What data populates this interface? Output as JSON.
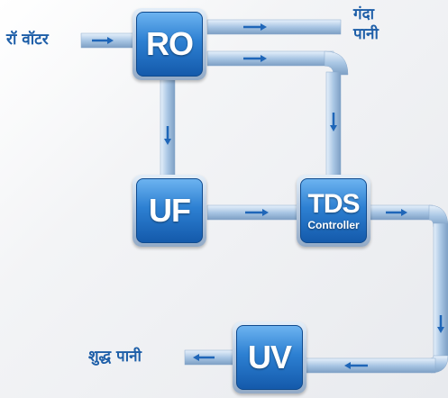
{
  "labels": {
    "raw_water": "रॉ वॉटर",
    "waste_water_line1": "गंदा",
    "waste_water_line2": "पानी",
    "pure_water": "शुद्ध पानी"
  },
  "units": {
    "ro": {
      "title": "RO"
    },
    "uf": {
      "title": "UF"
    },
    "tds": {
      "title": "TDS",
      "subtitle": "Controller"
    },
    "uv": {
      "title": "UV"
    }
  },
  "colors": {
    "accent": "#1d5ea8",
    "pipe": "#a9c6e4",
    "arrow": "#1f66b8",
    "unit_blue": "#2d80d2"
  }
}
